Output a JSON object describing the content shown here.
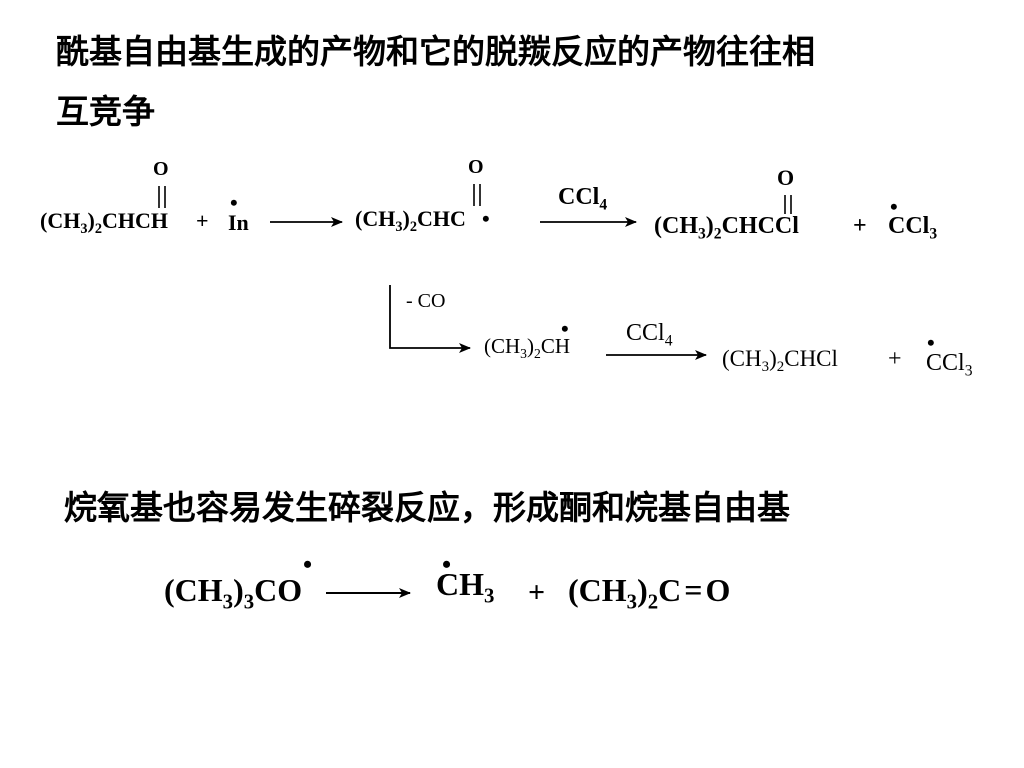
{
  "heading1": "酰基自由基生成的产物和它的脱羰反应的产物往往相互竞争",
  "heading2": "烷氧基也容易发生碎裂反应，形成酮和烷基自由基",
  "r1": {
    "oxygen": "O",
    "reactant_pre": "(CH",
    "reactant_sub1": "3",
    "reactant_mid": ")",
    "reactant_sub2": "2",
    "reactant_post": "CHCH",
    "plus": "+",
    "dot": "•",
    "initiator": "In"
  },
  "r2": {
    "oxygen": "O",
    "pre": "(CH",
    "sub1": "3",
    "mid": ")",
    "sub2": "2",
    "post": "CHC",
    "dot": "•"
  },
  "r3": {
    "reagent_pre": "CCl",
    "reagent_sub": "4",
    "oxygen": "O",
    "prod_pre": "(CH",
    "prod_sub1": "3",
    "prod_mid": ")",
    "prod_sub2": "2",
    "prod_post": "CHCCl",
    "plus": "+",
    "dot": "•",
    "radical_pre": "CCl",
    "radical_sub": "3"
  },
  "r4": {
    "loss": "- CO",
    "dot": "•",
    "rad_pre": "(CH",
    "rad_sub1": "3",
    "rad_mid": ")",
    "rad_sub2": "2",
    "rad_post": "CH",
    "reagent_pre": "CCl",
    "reagent_sub": "4",
    "prod_pre": "(CH",
    "prod_sub1": "3",
    "prod_mid": ")",
    "prod_sub2": "2",
    "prod_post": "CHCl",
    "plus": "+",
    "radical_pre": "CCl",
    "radical_sub": "3"
  },
  "r5": {
    "dot": "•",
    "alkoxy_pre": "(CH",
    "alkoxy_sub1": "3",
    "alkoxy_mid": ")",
    "alkoxy_sub2": "3",
    "alkoxy_post": "CO",
    "methyl_pre": "CH",
    "methyl_sub": "3",
    "plus": "+",
    "ketone_pre": "(CH",
    "ketone_sub1": "3",
    "ketone_mid": ")",
    "ketone_sub2": "2",
    "ketone_c": "C",
    "ketone_bond": "=",
    "ketone_o": "O"
  }
}
